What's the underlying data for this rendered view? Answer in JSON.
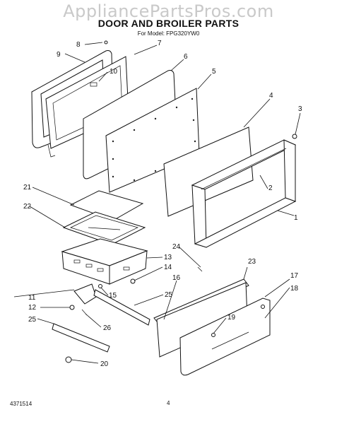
{
  "watermark": "AppliancePartsPros.com",
  "title": "DOOR AND BROILER PARTS",
  "subtitle": "For Model: FPG320YW0",
  "footer": {
    "code": "4371514",
    "page": "4"
  },
  "callouts": [
    "1",
    "2",
    "3",
    "4",
    "5",
    "6",
    "7",
    "8",
    "9",
    "10",
    "11",
    "12",
    "13",
    "14",
    "15",
    "16",
    "17",
    "18",
    "19",
    "20",
    "21",
    "22",
    "23",
    "24",
    "25",
    "25",
    "26"
  ]
}
